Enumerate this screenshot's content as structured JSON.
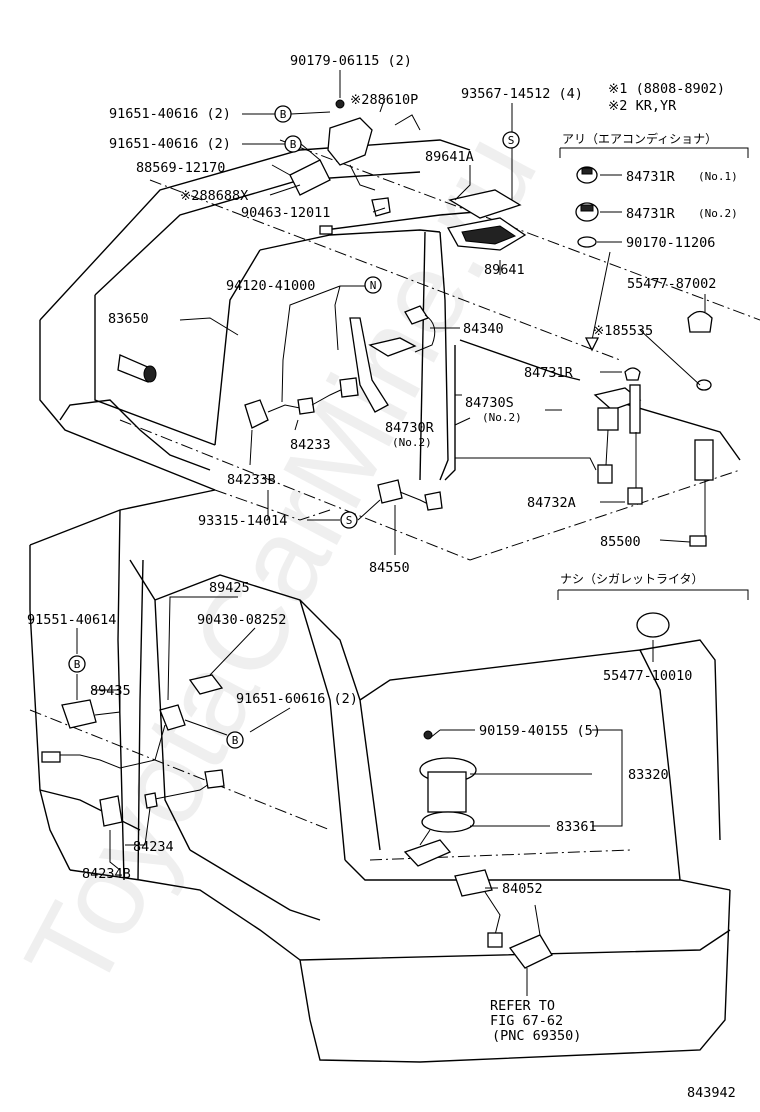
{
  "watermark": "ToyotaCarMine.ru",
  "figure_number": "843942",
  "symbols": {
    "b": "B",
    "s": "S",
    "n": "N"
  },
  "options": {
    "with_ac": "アリ（エアコンディショナ）",
    "footnote_1": "※1 (8808-8902)",
    "footnote_2": "※2 KR,YR",
    "without_lighter": "ナシ（シガレットライタ）"
  },
  "refer": {
    "line1": "REFER TO",
    "line2": "FIG 67-62",
    "line3": "(PNC 69350)"
  },
  "parts": {
    "p90179": "90179-06115 (2)",
    "p91651a": "91651-40616 (2)",
    "p91651b": "91651-40616 (2)",
    "p288610P": "※288610P",
    "p88569": "88569-12170",
    "p288688X": "※288688X",
    "p90463": "90463-12011",
    "p93567": "93567-14512 (4)",
    "p89641A": "89641A",
    "p89641": "89641",
    "p84731R_1": "84731R",
    "p84731R_1n": "(No.1)",
    "p84731R_2": "84731R",
    "p84731R_2n": "(No.2)",
    "p90170": "90170-11206",
    "p55477a": "55477-87002",
    "p185535": "※185535",
    "p94120": "94120-41000",
    "p83650": "83650",
    "p84340": "84340",
    "p84731R_3": "84731R",
    "p84730S": "84730S",
    "p84730Sn": "(No.2)",
    "p84730R": "84730R",
    "p84730Rn": "(No.2)",
    "p84233": "84233",
    "p84233B": "84233B",
    "p84732A": "84732A",
    "p93315": "93315-14014",
    "p85500": "85500",
    "p84550": "84550",
    "p89425": "89425",
    "p91551": "91551-40614",
    "p90430": "90430-08252",
    "p55477b": "55477-10010",
    "p89435": "89435",
    "p91651c": "91651-60616 (2)",
    "p90159": "90159-40155 (5)",
    "p83320": "83320",
    "p83361": "83361",
    "p84234": "84234",
    "p84234B": "84234B",
    "p84052": "84052"
  }
}
